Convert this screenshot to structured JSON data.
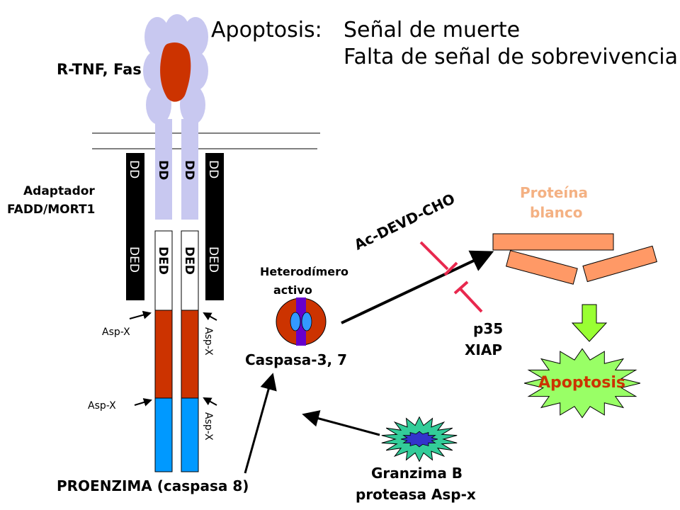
{
  "title": {
    "prefix": "Apoptosis:",
    "line1": "Señal de muerte",
    "line2": "Falta de señal de sobrevivencia"
  },
  "receptor_label": "R-TNF, Fas",
  "adaptor_label": {
    "line1": "Adaptador",
    "line2": "FADD/MORT1"
  },
  "domains": {
    "dd": "DD",
    "ded": "DED"
  },
  "cleavage_site": "Asp-X",
  "proenzyme_label": "PROENZIMA (caspasa 8)",
  "heterodimer_label": {
    "line1": "Heterodímero",
    "line2": "activo"
  },
  "caspase_label": "Caspasa-3, 7",
  "inhibitor_label": "Ac-DEVD-CHO",
  "viral_inhibitor_label": {
    "line1": "p35",
    "line2": "XIAP"
  },
  "target_label": {
    "line1": "Proteína",
    "line2": "blanco"
  },
  "outcome_label": "Apoptosis",
  "granzyme_label": {
    "line1": "Granzima B",
    "line2": "proteasa Asp-x"
  },
  "colors": {
    "receptor": "#c8c8f0",
    "receptor_core": "#cc3300",
    "domain_black": "#000000",
    "prodomain_red": "#cc3300",
    "prodomain_blue": "#0099ff",
    "inhibitor_line": "#e8284e",
    "target_protein": "#ff9966",
    "target_text": "#f4b183",
    "apoptosis_burst": "#99ff66",
    "apoptosis_text": "#cc3300",
    "green_arrow": "#99ff33",
    "granzyme_outer": "#33cc99",
    "granzyme_inner": "#3333cc",
    "heterodimer_center": "#6600cc",
    "heterodimer_side": "#3399ff"
  }
}
